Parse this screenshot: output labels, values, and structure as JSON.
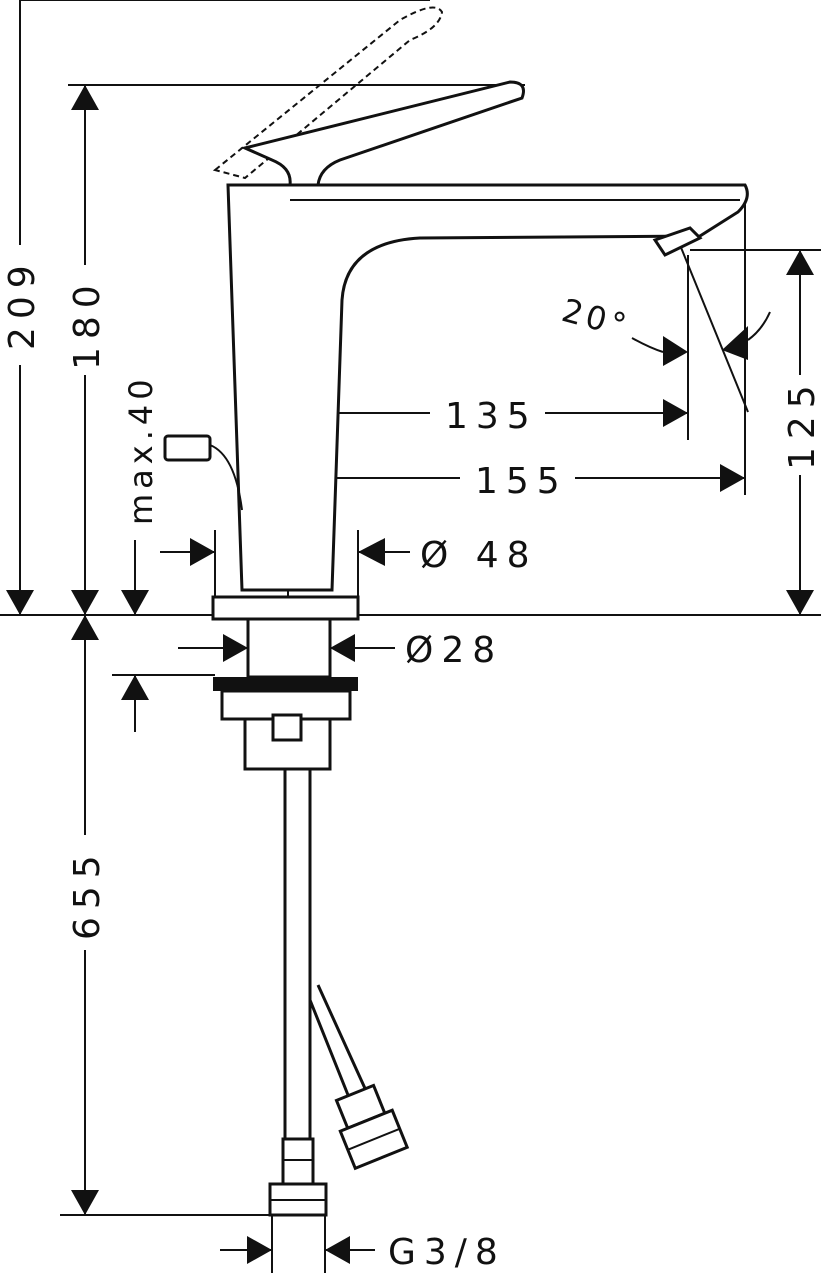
{
  "title": "Basin mixer dimension drawing",
  "dimensions": {
    "total_height": "209",
    "spout_top_height": "180",
    "max_deck_thickness": "max.40",
    "spout_reach": "135",
    "overall_reach": "155",
    "spout_angle": "20°",
    "spout_outlet_height": "125",
    "base_diameter": "Ø 48",
    "shank_diameter": "Ø28",
    "hose_length": "655",
    "connection_thread": "G3/8"
  },
  "colors": {
    "line": "#111111",
    "background": "#ffffff"
  }
}
